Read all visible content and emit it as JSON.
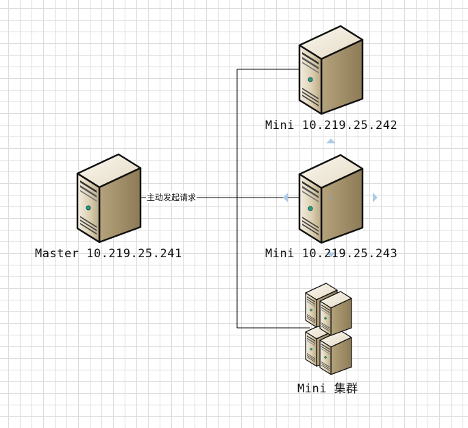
{
  "diagram": {
    "nodes": {
      "master": {
        "label": "Master 10.219.25.241",
        "icon": "server-tower-icon"
      },
      "mini1": {
        "label": "Mini 10.219.25.242",
        "icon": "server-tower-icon"
      },
      "mini2": {
        "label": "Mini 10.219.25.243",
        "icon": "server-tower-icon"
      },
      "cluster": {
        "label": "Mini 集群",
        "icon": "server-cluster-icon"
      }
    },
    "edge_label": "主动发起请求",
    "colors": {
      "line": "#000000",
      "grid": "#dcdcdc",
      "server_body": "#e6dcc4",
      "selection_handle": "#aecbe8"
    }
  }
}
